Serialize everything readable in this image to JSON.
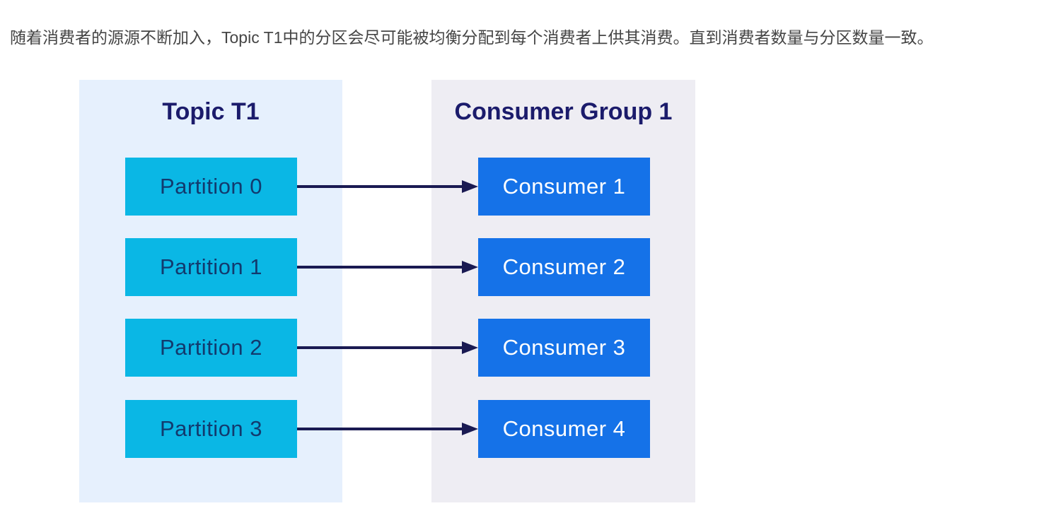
{
  "description": "随着消费者的源源不断加入，Topic T1中的分区会尽可能被均衡分配到每个消费者上供其消费。直到消费者数量与分区数量一致。",
  "diagram": {
    "topic_panel": {
      "title": "Topic T1",
      "partitions": [
        "Partition 0",
        "Partition 1",
        "Partition 2",
        "Partition 3"
      ]
    },
    "consumer_panel": {
      "title": "Consumer Group 1",
      "consumers": [
        "Consumer 1",
        "Consumer 2",
        "Consumer 3",
        "Consumer 4"
      ]
    },
    "connections": [
      {
        "from": "Partition 0",
        "to": "Consumer 1"
      },
      {
        "from": "Partition 1",
        "to": "Consumer 2"
      },
      {
        "from": "Partition 2",
        "to": "Consumer 3"
      },
      {
        "from": "Partition 3",
        "to": "Consumer 4"
      }
    ],
    "colors": {
      "topic_panel_bg": "#e6f0fd",
      "consumer_panel_bg": "#eeedf3",
      "partition_fill": "#0ab7e5",
      "consumer_fill": "#1572e8",
      "title_text": "#1b1b6b",
      "partition_text": "#123a6e",
      "consumer_text": "#ffffff",
      "arrow": "#1a1a52"
    }
  }
}
